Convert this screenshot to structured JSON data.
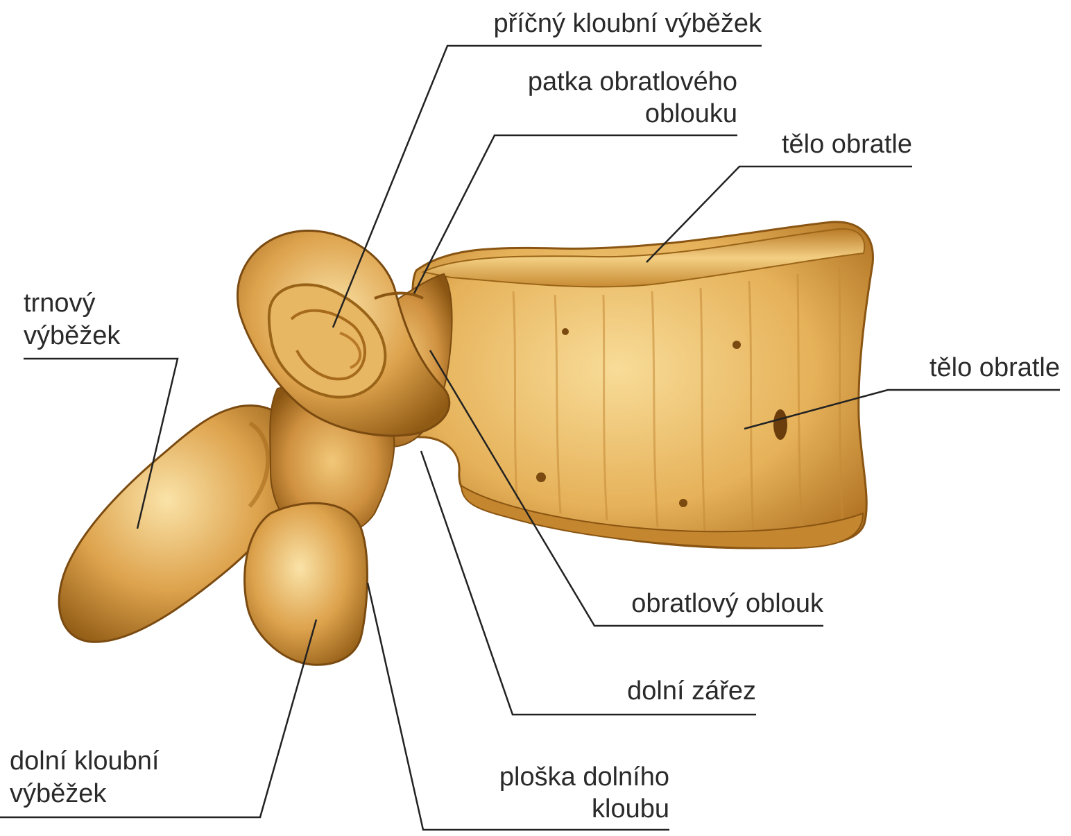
{
  "labels": {
    "pricny_kloubni_vybezek": "příčný kloubní výběžek",
    "patka_line1": "patka obratlového",
    "patka_line2": "oblouku",
    "telo_obratle_top": "tělo obratle",
    "telo_obratle_right": "tělo obratle",
    "trnovy_line1": "trnový",
    "trnovy_line2": "výběžek",
    "obratlovy_oblouk": "obratlový oblouk",
    "dolni_zarez": "dolní zářez",
    "dolni_kloubni_line1": "dolní kloubní",
    "dolni_kloubni_line2": "výběžek",
    "ploska_line1": "ploška dolního",
    "ploska_line2": "kloubu"
  },
  "colors": {
    "bone_light": "#f6d58a",
    "bone_mid": "#dca24a",
    "bone_dark": "#a8691c",
    "bone_shadow": "#7a4a10",
    "leader_line": "#222222",
    "text": "#2a2a2a"
  }
}
